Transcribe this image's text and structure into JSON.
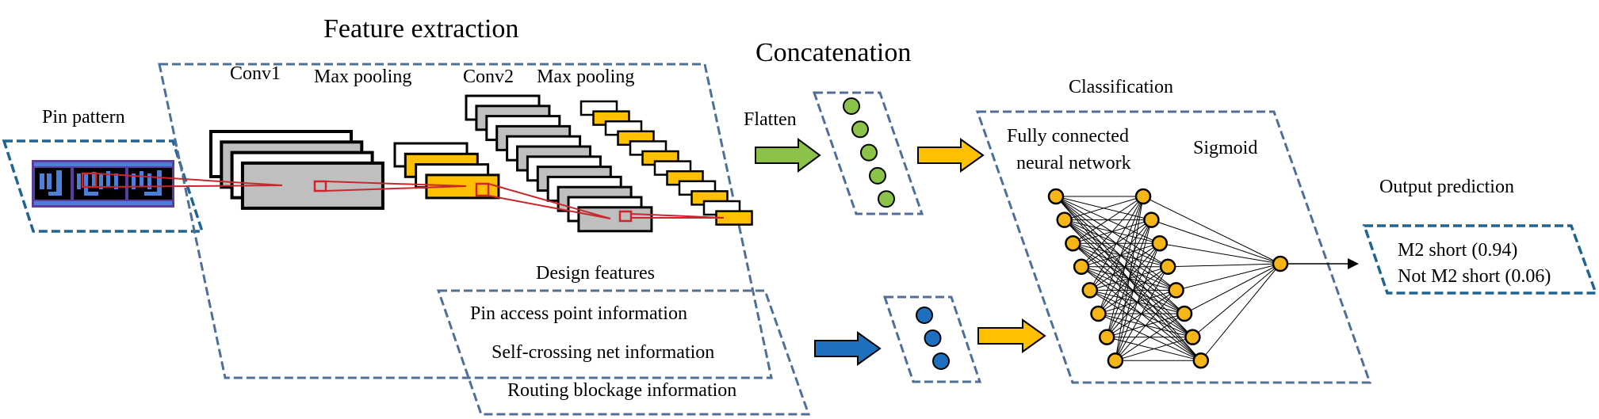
{
  "sections": {
    "feature_extraction": "Feature extraction",
    "concatenation": "Concatenation",
    "classification": "Classification",
    "pin_pattern": "Pin pattern",
    "design_features": "Design features",
    "output_prediction": "Output prediction"
  },
  "layers": {
    "conv1": "Conv1",
    "max_pooling_1": "Max pooling",
    "conv2": "Conv2",
    "max_pooling_2": "Max pooling",
    "flatten": "Flatten",
    "fully_connected_line1": "Fully connected",
    "fully_connected_line2": "neural network",
    "sigmoid": "Sigmoid"
  },
  "design_features": [
    "Pin access point information",
    "Self-crossing net information",
    "Routing blockage information"
  ],
  "outputs": [
    "M2 short (0.94)",
    "Not M2 short (0.06)"
  ],
  "network": {
    "conv1_maps": 4,
    "pool1_maps": 4,
    "conv2_maps": 12,
    "pool2_maps": 12,
    "flatten_nodes": 5,
    "design_feature_nodes": 3,
    "fc_layer1_nodes": 8,
    "fc_layer2_nodes": 8,
    "output_nodes": 1
  },
  "colors": {
    "gray_map": "#bfbfbf",
    "orange_map": "#ffc000",
    "flatten_green": "#8bc34a",
    "design_blue": "#1f6fbf",
    "arrow_orange": "#ffc000",
    "node_orange": "#f7b618",
    "pin_purple": "#5c3d9e",
    "pin_blue": "#4b7fd8",
    "red": "#d2232a"
  }
}
